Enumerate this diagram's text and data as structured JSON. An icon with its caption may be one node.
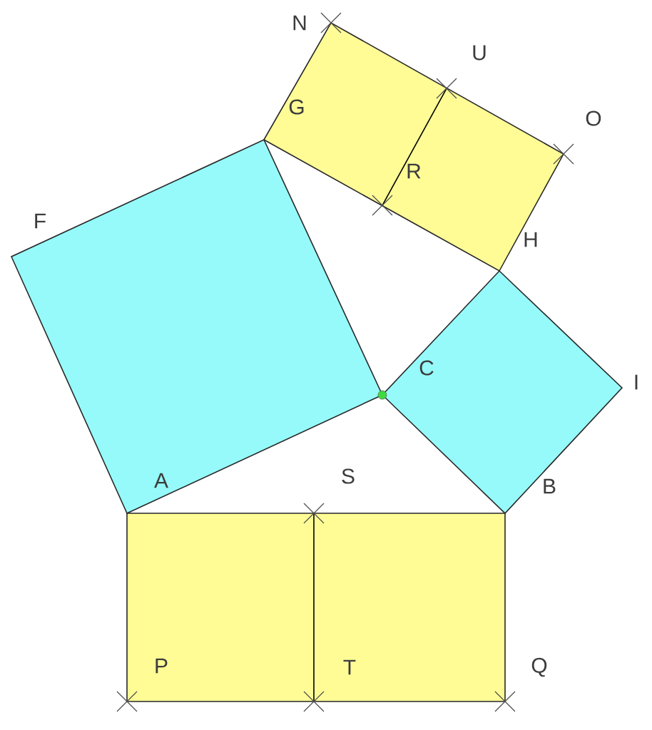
{
  "diagram": {
    "labels": [
      "N",
      "U",
      "G",
      "O",
      "R",
      "F",
      "H",
      "C",
      "I",
      "A",
      "S",
      "B",
      "P",
      "T",
      "Q"
    ]
  }
}
